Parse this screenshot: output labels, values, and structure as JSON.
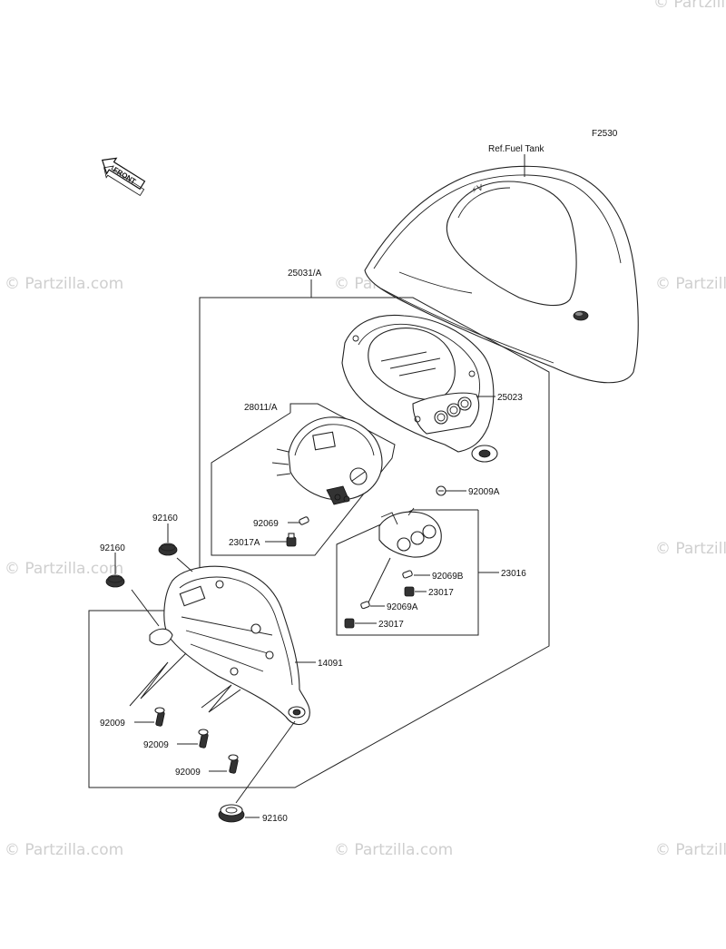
{
  "diagram_id": "F2530",
  "front_arrow": "FRONT",
  "labels": {
    "ref_fuel_tank": "Ref.Fuel Tank",
    "l25031": "25031/A",
    "l25023": "25023",
    "l28011": "28011/A",
    "l92009A_top": "92009A",
    "l92069": "92069",
    "l23017A": "23017A",
    "l23016": "23016",
    "l92069B": "92069B",
    "l23017_a": "23017",
    "l92069A": "92069A",
    "l23017_b": "23017",
    "l92160_a": "92160",
    "l92160_b": "92160",
    "l14091": "14091",
    "l92009_a": "92009",
    "l92009_b": "92009",
    "l92009_c": "92009",
    "l92160_bottom": "92160"
  },
  "watermarks": {
    "brand": "© Partzilla.com"
  }
}
